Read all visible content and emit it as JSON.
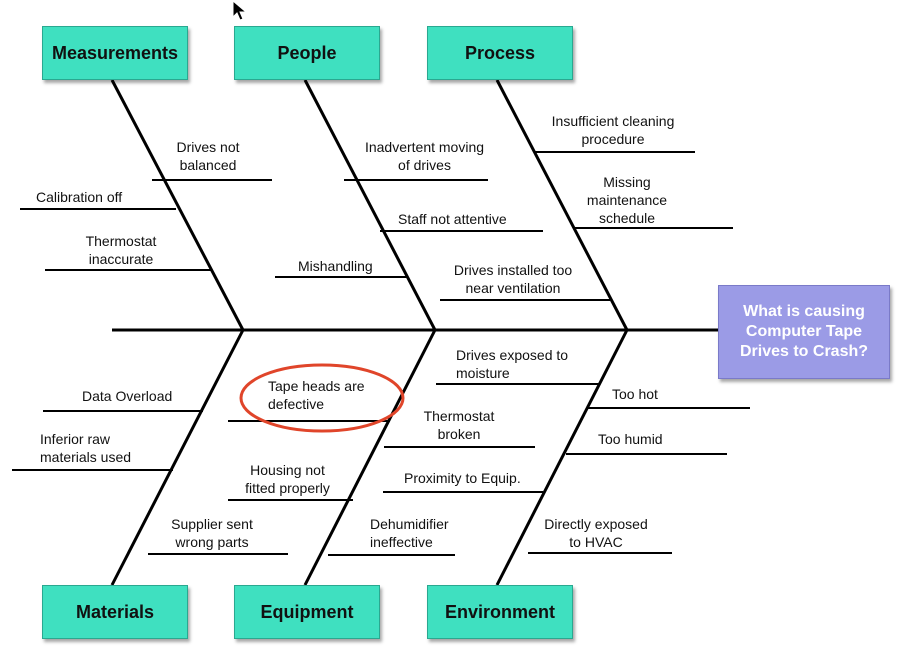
{
  "effect": "What is causing Computer Tape Drives to Crash?",
  "categories": {
    "measurements": "Measurements",
    "people": "People",
    "process": "Process",
    "materials": "Materials",
    "equipment": "Equipment",
    "environment": "Environment"
  },
  "causes": {
    "measurements": [
      "Drives not balanced",
      "Calibration off",
      "Thermostat inaccurate"
    ],
    "people": [
      "Inadvertent moving of drives",
      "Staff not attentive",
      "Mishandling"
    ],
    "process": [
      "Insufficient cleaning procedure",
      "Missing maintenance schedule",
      "Drives installed too near ventilation"
    ],
    "materials": [
      "Data Overload",
      "Inferior raw materials used",
      "Supplier sent wrong parts"
    ],
    "equipment": [
      "Tape heads are defective",
      "Housing not fitted properly",
      "Dehumidifier ineffective"
    ],
    "environment": [
      "Drives exposed to moisture",
      "Thermostat broken",
      "Proximity to Equip.",
      "Too hot",
      "Too humid",
      "Directly exposed to HVAC"
    ]
  },
  "colors": {
    "category_box": "#3fe0c0",
    "effect_box": "#9b9be6",
    "highlight_circle": "#e0452a",
    "lines": "#000000"
  },
  "highlighted_cause": "Tape heads are defective",
  "icons": [
    "mouse-cursor-icon"
  ]
}
